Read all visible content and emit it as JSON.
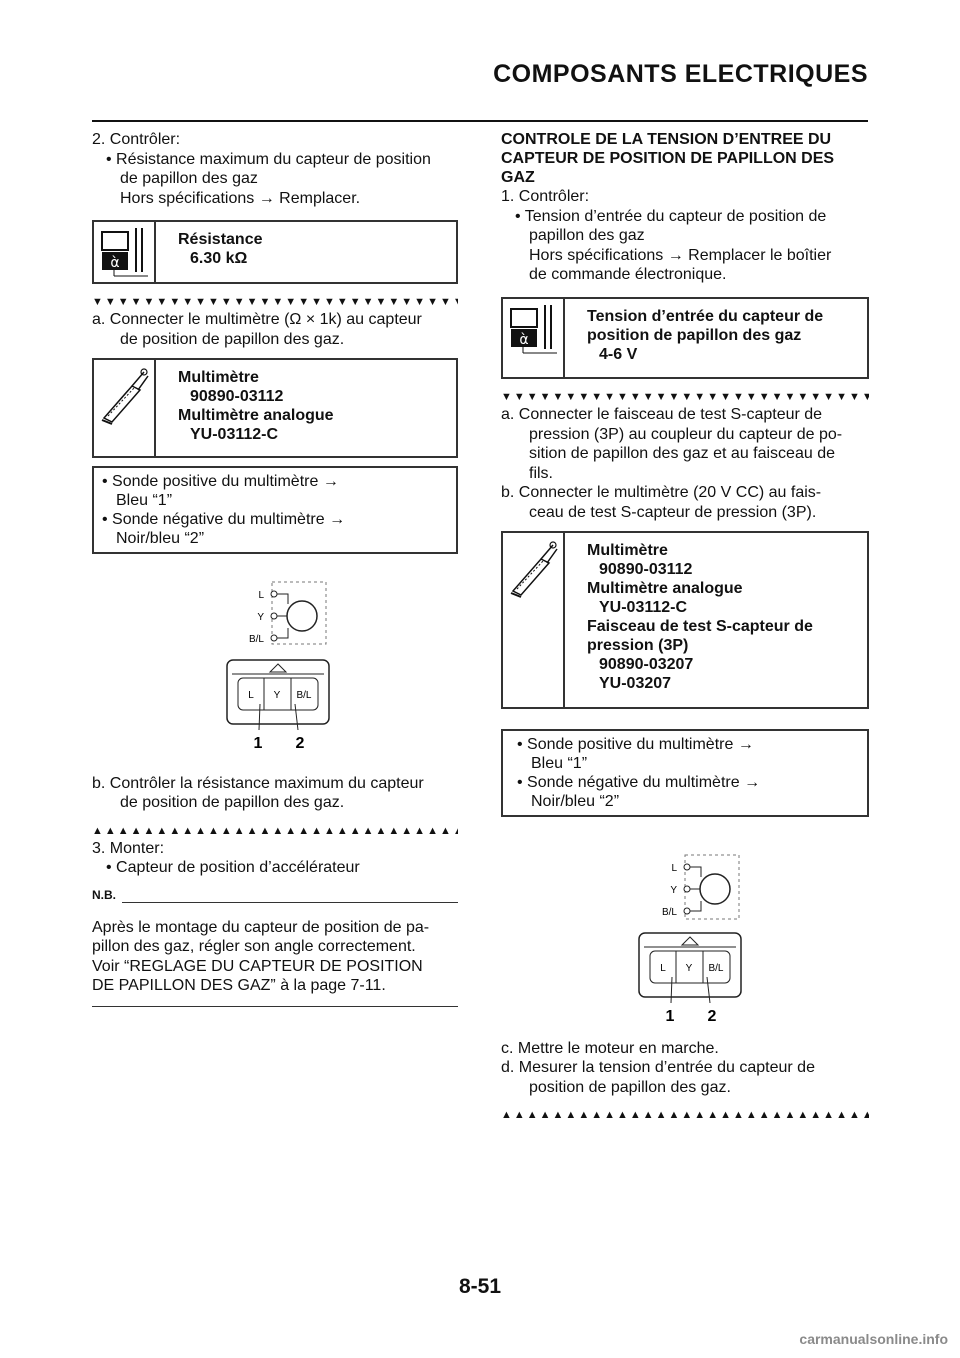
{
  "header": {
    "title": "COMPOSANTS ELECTRIQUES"
  },
  "left": {
    "step2": "2. Contrôler:",
    "bullet1": "• Résistance maximum du capteur de position",
    "bullet1b": "de papillon des gaz",
    "bullet1c": "Hors spécifications → Remplacer.",
    "spec": {
      "label": "Résistance",
      "value": "6.30 kΩ"
    },
    "triangles_down": "▼▼▼▼▼▼▼▼▼▼▼▼▼▼▼▼▼▼▼▼▼▼▼▼▼▼▼▼▼▼▼▼▼▼▼",
    "a1": "a. Connecter le multimètre (Ω × 1k) au capteur",
    "a2": "de position de papillon des gaz.",
    "tool": {
      "l1": "Multimètre",
      "l2": "90890-03112",
      "l3": "Multimètre analogue",
      "l4": "YU-03112-C"
    },
    "note": {
      "l1": "• Sonde positive du multimètre →",
      "l2": "Bleu “1”",
      "l3": "• Sonde négative du multimètre →",
      "l4": "Noir/bleu “2”"
    },
    "b1": "b. Contrôler la résistance maximum du capteur",
    "b2": "de position de papillon des gaz.",
    "triangles_up": "▲▲▲▲▲▲▲▲▲▲▲▲▲▲▲▲▲▲▲▲▲▲▲▲▲▲▲▲▲▲▲▲▲▲▲",
    "step3": "3. Monter:",
    "bullet3": "• Capteur de position d’accélérateur",
    "nb": "N.B.",
    "nb1": "Après le montage du capteur de position de pa-",
    "nb2": "pillon des gaz, régler son angle correctement.",
    "nb3": "Voir “REGLAGE DU CAPTEUR DE POSITION",
    "nb4": "DE PAPILLON DES GAZ” à la page 7-11."
  },
  "right": {
    "h1": "CONTROLE DE LA TENSION D’ENTREE DU",
    "h2": "CAPTEUR DE POSITION DE PAPILLON DES",
    "h3": "GAZ",
    "step1": "1. Contrôler:",
    "bul1": "• Tension d’entrée du capteur de position de",
    "bul2": "papillon des gaz",
    "bul3": "Hors spécifications → Remplacer le boîtier",
    "bul4": "de commande électronique.",
    "spec": {
      "l1": "Tension d’entrée du capteur de",
      "l2": "position de papillon des gaz",
      "l3": "4-6 V"
    },
    "triangles_down": "▼▼▼▼▼▼▼▼▼▼▼▼▼▼▼▼▼▼▼▼▼▼▼▼▼▼▼▼▼▼▼▼▼▼▼",
    "a1": "a. Connecter le faisceau de test S-capteur de",
    "a2": "pression (3P) au coupleur du capteur de po-",
    "a3": "sition de papillon des gaz et au faisceau de",
    "a4": "fils.",
    "b1": "b. Connecter le multimètre (20 V CC) au fais-",
    "b2": "ceau de test S-capteur de pression (3P).",
    "tool": {
      "l1": "Multimètre",
      "l2": "90890-03112",
      "l3": "Multimètre analogue",
      "l4": "YU-03112-C",
      "l5": "Faisceau de test S-capteur de",
      "l6": "pression (3P)",
      "l7": "90890-03207",
      "l8": "YU-03207"
    },
    "note": {
      "l1": "• Sonde positive du multimètre →",
      "l2": "Bleu “1”",
      "l3": "• Sonde négative du multimètre →",
      "l4": "Noir/bleu “2”"
    },
    "c1": "c. Mettre le moteur en marche.",
    "d1": "d. Mesurer la tension d’entrée du capteur de",
    "d2": "position de papillon des gaz.",
    "triangles_up": "▲▲▲▲▲▲▲▲▲▲▲▲▲▲▲▲▲▲▲▲▲▲▲▲▲▲▲▲▲▲▲▲▲▲▲"
  },
  "diagram": {
    "wire1": "L",
    "wire2": "Y",
    "wire3": "B/L",
    "callout1": "1",
    "callout2": "2"
  },
  "footer": {
    "page": "8-51",
    "watermark": "carmanualsonline.info"
  }
}
